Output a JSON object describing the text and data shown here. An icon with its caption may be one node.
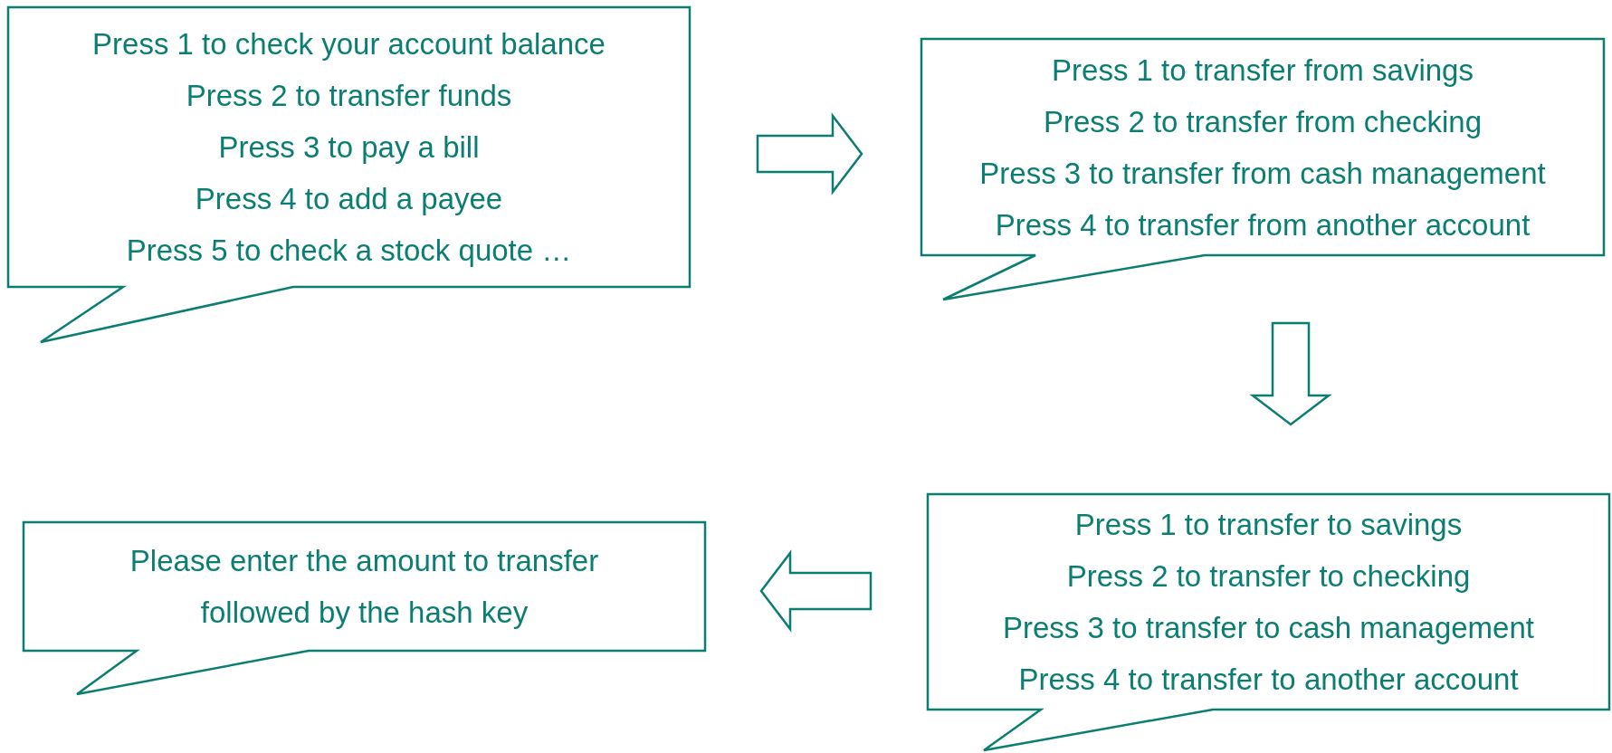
{
  "diagram": {
    "nodes": [
      {
        "text": [
          "Press 1 to check your account balance",
          "Press 2 to transfer funds",
          "Press 3 to pay a bill",
          "Press 4 to add a payee",
          "Press 5 to check a stock quote …"
        ]
      },
      {
        "text": [
          "Press 1 to transfer from savings",
          "Press 2 to transfer from checking",
          "Press 3 to transfer from cash management",
          "Press 4 to transfer from another account"
        ]
      },
      {
        "text": [
          "Press 1 to transfer to savings",
          "Press 2 to transfer to checking",
          "Press 3 to transfer to cash management",
          "Press 4 to transfer to another account"
        ]
      },
      {
        "text": [
          "Please enter the amount to transfer followed by the hash key"
        ]
      }
    ],
    "edges": [
      {
        "from": 0,
        "to": 1,
        "arrow": "to"
      },
      {
        "from": 1,
        "to": 2,
        "arrow": "to"
      },
      {
        "from": 2,
        "to": 3,
        "arrow": "to"
      }
    ]
  }
}
